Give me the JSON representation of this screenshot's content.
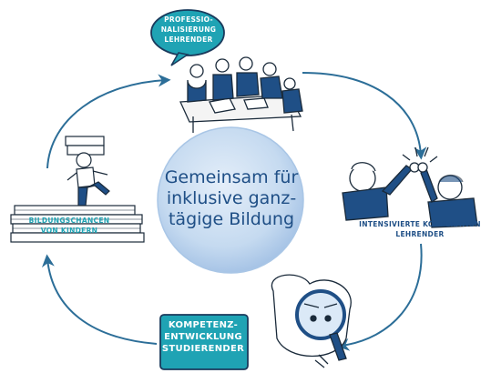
{
  "center": {
    "lines": [
      "Gemeinsam für",
      "inklusive ganz-",
      "tägige Bildung"
    ]
  },
  "labels": {
    "professionalisierung": [
      "PROFESSIO-",
      "NALISIERUNG",
      "LEHRENDER"
    ],
    "kooperation": [
      "INTENSIVIERTE KOOPERATION",
      "LEHRENDER"
    ],
    "kompetenz": [
      "KOMPETENZ-",
      "ENTWICKLUNG",
      "STUDIERENDER"
    ],
    "bildungschancen": [
      "BILDUNGSCHANCEN",
      "VON KINDERN"
    ]
  },
  "colors": {
    "navy": "#1f4f86",
    "teal": "#1fa3b4",
    "arrow": "#2c6e98",
    "circle": "#c9dcf1",
    "circle_edge": "#a9c6e6"
  },
  "icons": [
    "meeting-illustration",
    "high-five-illustration",
    "magnifier-illustration",
    "books-child-illustration"
  ]
}
